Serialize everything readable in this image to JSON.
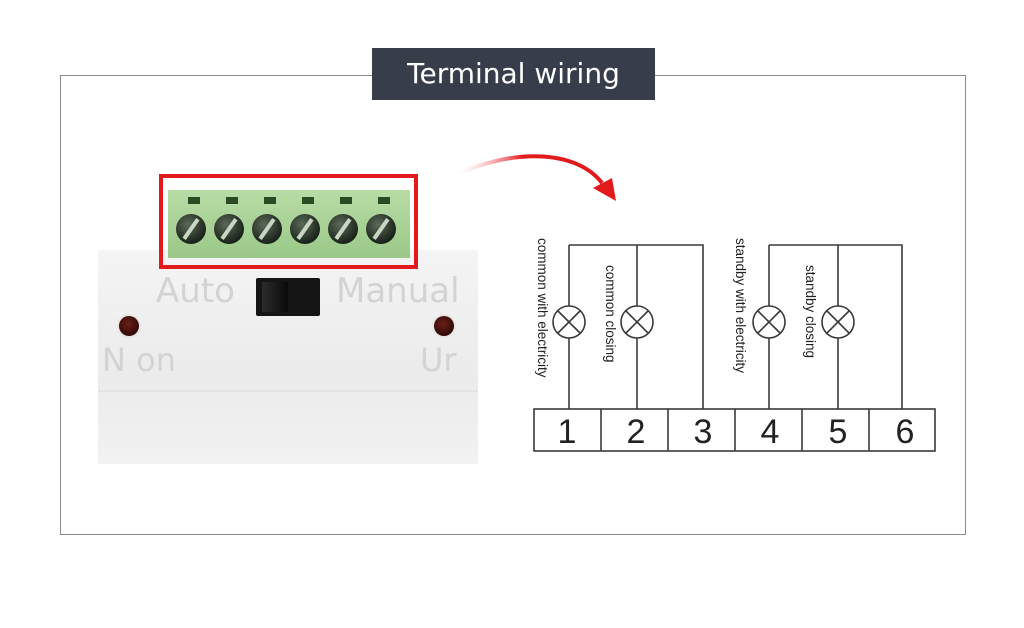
{
  "title": "Terminal wiring",
  "device": {
    "auto_label": "Auto",
    "manual_label": "Manual",
    "n_on_label": "N on",
    "ur_label": "Ur"
  },
  "diagram": {
    "terminals": [
      "1",
      "2",
      "3",
      "4",
      "5",
      "6"
    ],
    "lamps": [
      {
        "label": "common with electricity"
      },
      {
        "label": "common closing"
      },
      {
        "label": "standby with electricity"
      },
      {
        "label": "standby closing"
      }
    ]
  },
  "colors": {
    "badge_bg": "#383d4b",
    "highlight": "#e31a1c",
    "terminal_green": "#a6d393"
  }
}
